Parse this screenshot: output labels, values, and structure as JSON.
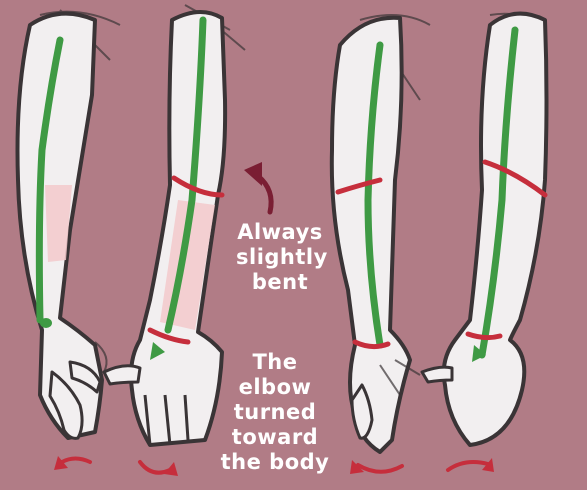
{
  "annotations": {
    "bent": [
      "Always",
      "slightly",
      "bent"
    ],
    "elbow": [
      "The elbow",
      "turned",
      "toward",
      "the body"
    ]
  },
  "colors": {
    "background": "#b17c86",
    "skin": "#f2eff0",
    "outline": "#3a3436",
    "guide_line": "#3f9a44",
    "ring": "#c62e3c",
    "shadow_tint": "#f3c9cb",
    "arrow": "#c62e3c",
    "up_arrow": "#7a1e33"
  }
}
